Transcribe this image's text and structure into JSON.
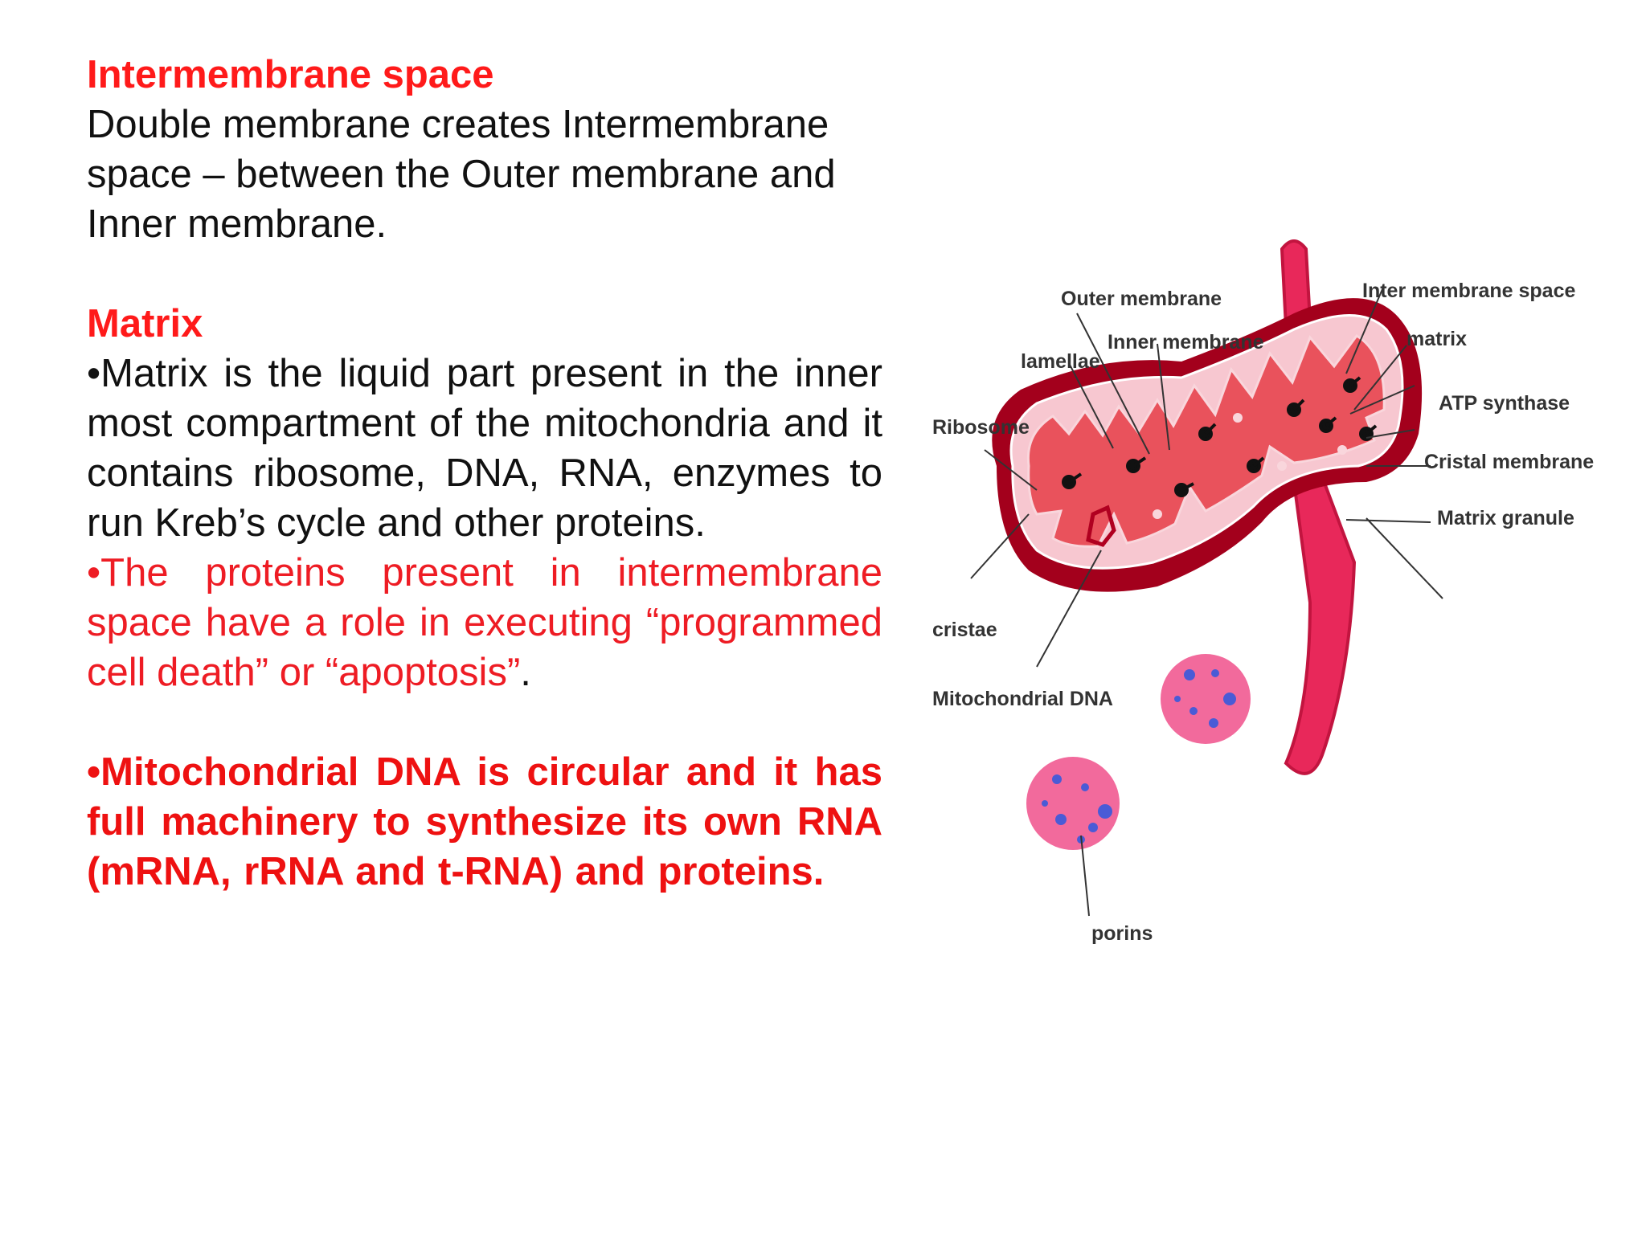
{
  "intermembrane": {
    "heading": "Intermembrane space",
    "body": "Double membrane creates Intermembrane space – between the Outer membrane and Inner membrane."
  },
  "matrix": {
    "heading": "Matrix",
    "bullet1": "•Matrix  is the liquid part present  in the inner most  compartment  of  the mitochondria and it contains ribosome, DNA,  RNA, enzymes to run Kreb’s cycle and other proteins.",
    "bullet2_red": "•The proteins present in intermembrane space have a role in executing “programmed cell death” or “apoptosis”",
    "bullet2_end": ".",
    "bullet3": "•Mitochondrial DNA is circular and it has full  machinery to synthesize its own RNA (mRNA, rRNA and t-RNA) and  proteins."
  },
  "diagram": {
    "labels": {
      "outer_membrane": "Outer membrane",
      "inner_membrane": "Inner membrane",
      "inter_membrane_space": "Inter membrane space",
      "lamellae": "lamellae",
      "matrix": "matrix",
      "ribosome": "Ribosome",
      "atp_synthase": "ATP synthase",
      "cristal_membrane": "Cristal membrane",
      "matrix_granule": "Matrix granule",
      "cristae": "cristae",
      "mitochondrial_dna": "Mitochondrial DNA",
      "porins": "porins"
    },
    "colors": {
      "outer": "#a3001c",
      "inner_space": "#f7c7d0",
      "cristae": "#e9525c",
      "porin_tube": "#e8285a",
      "granule": "#f26a9c",
      "dots": "#4a5bd6"
    }
  }
}
